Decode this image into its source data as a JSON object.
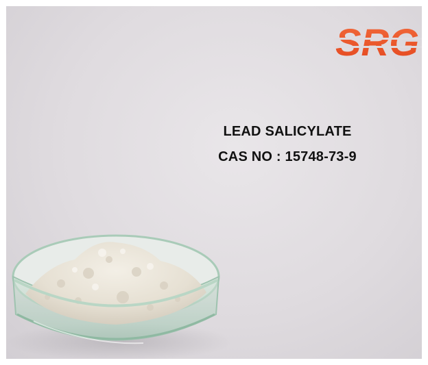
{
  "logo": {
    "text": "SRG",
    "color": "#ef5a2a",
    "icon": "srg-logo"
  },
  "product": {
    "name": "LEAD SALICYLATE",
    "cas": "CAS NO : 15748-73-9"
  },
  "image": {
    "subject": "powder-in-petri-dish"
  }
}
